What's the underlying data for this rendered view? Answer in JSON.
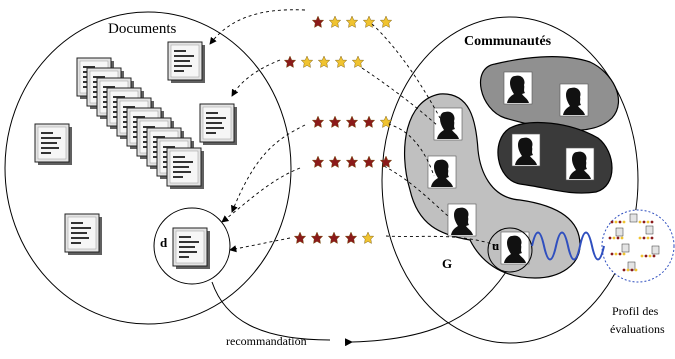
{
  "labels": {
    "documents": "Documents",
    "communities": "Communautés",
    "doc_d": "d",
    "group_g": "G",
    "user_u": "u",
    "recommendation": "recommandation",
    "profile_line1": "Profil des",
    "profile_line2": "évaluations"
  },
  "ratings": [
    {
      "filled": 1,
      "total": 5
    },
    {
      "filled": 1,
      "total": 5
    },
    {
      "filled": 4,
      "total": 5
    },
    {
      "filled": 5,
      "total": 5
    },
    {
      "filled": 4,
      "total": 5
    }
  ],
  "colors": {
    "star_filled": "#8b1a1a",
    "star_empty": "#f0c330",
    "group_light": "#c0c0c0",
    "group_mid": "#909090",
    "group_dark": "#3a3a3a",
    "wave": "#2f4fbf",
    "profile_circle": "#2f4fbf"
  },
  "icons": {
    "document": "document-icon",
    "user": "user-silhouette-icon",
    "star": "star-icon"
  }
}
